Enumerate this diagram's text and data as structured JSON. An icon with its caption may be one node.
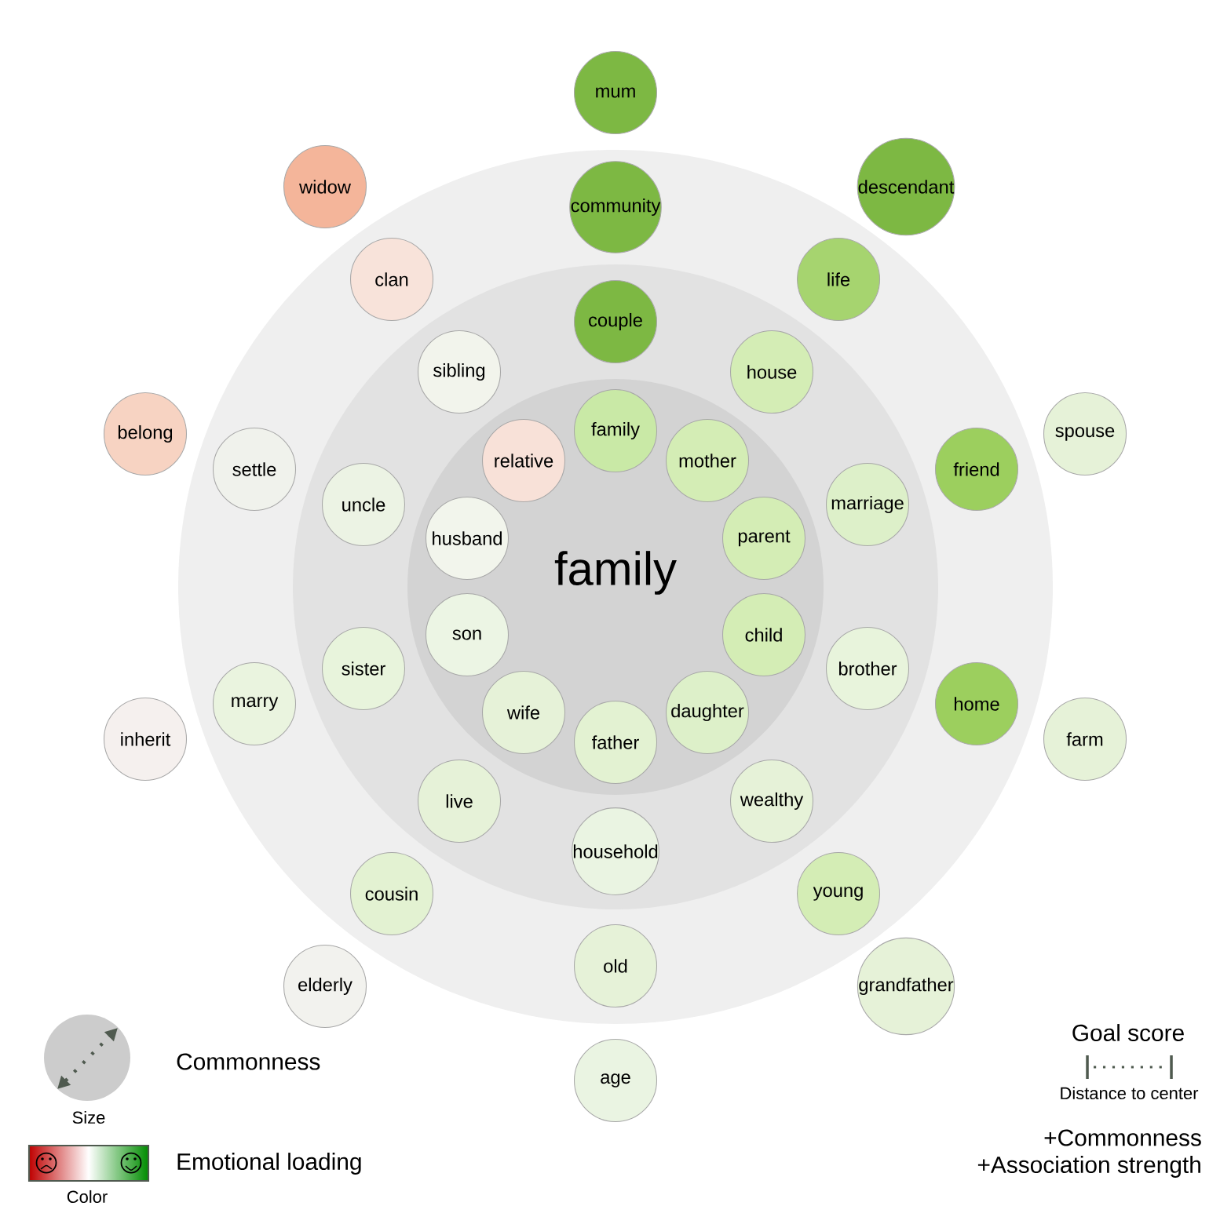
{
  "diagram": {
    "nodes": [
      {
        "text": [
          "mum"
        ]
      },
      {
        "text": [
          "widow"
        ]
      },
      {
        "text": [
          "descendant"
        ]
      },
      {
        "text": [
          "community"
        ]
      },
      {
        "text": [
          "clan"
        ]
      },
      {
        "text": [
          "life"
        ]
      },
      {
        "text": [
          "couple"
        ]
      },
      {
        "text": [
          "sibling"
        ]
      },
      {
        "text": [
          "house"
        ]
      },
      {
        "text": [
          "family"
        ]
      },
      {
        "text": [
          "belong"
        ]
      },
      {
        "text": [
          "spouse"
        ]
      },
      {
        "text": [
          "relative"
        ]
      },
      {
        "text": [
          "mother"
        ]
      },
      {
        "text": [
          "settle"
        ]
      },
      {
        "text": [
          "friend"
        ]
      },
      {
        "text": [
          "uncle"
        ]
      },
      {
        "text": [
          "marriage"
        ]
      },
      {
        "text": [
          "husband"
        ]
      },
      {
        "text": [
          "parent"
        ]
      },
      {
        "text": [
          "son"
        ]
      },
      {
        "text": [
          "child"
        ]
      },
      {
        "text": [
          "sister"
        ]
      },
      {
        "text": [
          "brother"
        ]
      },
      {
        "text": [
          "marry"
        ]
      },
      {
        "text": [
          "home"
        ]
      },
      {
        "text": [
          "wife"
        ]
      },
      {
        "text": [
          "daughter"
        ]
      },
      {
        "text": [
          "inherit"
        ]
      },
      {
        "text": [
          "farm"
        ]
      },
      {
        "text": [
          "father"
        ]
      },
      {
        "text": [
          "live"
        ]
      },
      {
        "text": [
          "wealthy"
        ]
      },
      {
        "text": [
          "household"
        ]
      },
      {
        "text": [
          "cousin"
        ]
      },
      {
        "text": [
          "young"
        ]
      },
      {
        "text": [
          "old"
        ]
      },
      {
        "text": [
          "elderly"
        ]
      },
      {
        "text": [
          "grandfather"
        ]
      },
      {
        "text": [
          "age"
        ]
      }
    ],
    "labels": [
      "family",
      "Size",
      "Color",
      "Goal score",
      "Distance to center",
      "+Commonness",
      "+Association strength"
    ],
    "legend": [
      {
        "text": "Commonness"
      },
      {
        "text": "Emotional loading"
      }
    ]
  }
}
